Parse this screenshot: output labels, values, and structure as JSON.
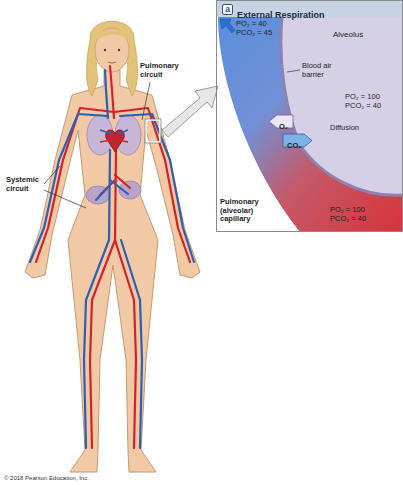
{
  "diagram": {
    "nodes": [
      {
        "text": [
          "External Respiration"
        ]
      },
      {
        "text": [
          "a"
        ],
        "in": 0
      },
      {
        "text": [
          "O₂"
        ],
        "in": 0
      },
      {
        "text": [
          "CO₂"
        ],
        "in": 0
      }
    ],
    "labels": [
      "Pulmonary circuit",
      "Systemic circuit",
      "PO₂ = 40",
      "PCO₂ = 45",
      "Alveolus",
      "Blood air barrier",
      "PO₂ = 100",
      "PCO₂ = 40",
      "Diffusion",
      "Pulmonary (alveolar) capillary",
      "PO₂ = 100",
      "PCO₂ = 40",
      "© 2018 Pearson Education, Inc."
    ]
  }
}
